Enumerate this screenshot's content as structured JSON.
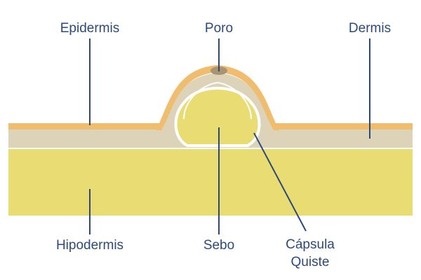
{
  "labels": {
    "epidermis": "Epidermis",
    "poro": "Poro",
    "dermis": "Dermis",
    "hipodermis": "Hipodermis",
    "sebo": "Sebo",
    "capsula": "Cápsula",
    "quiste": "Quiste"
  },
  "colors": {
    "epidermis": "#f0bd6e",
    "dermis": "#dcd3b8",
    "hipodermis": "#e9dc72",
    "sebo": "#e8dc72",
    "poro": "#a89472",
    "leader_line": "#2b4a7a",
    "label_text": "#2b4a7a",
    "capsule_outline": "#ffffff"
  }
}
